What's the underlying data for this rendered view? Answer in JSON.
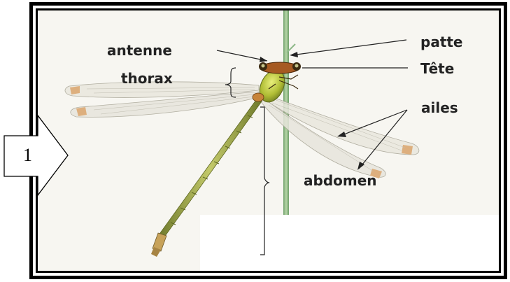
{
  "step_number": "1",
  "labels": {
    "antenne": "antenne",
    "patte": "patte",
    "thorax": "thorax",
    "tete": "Tête",
    "ailes": "ailes",
    "abdomen": "abdomen"
  },
  "colors": {
    "frame": "#000000",
    "background": "#f7f6f1",
    "stem": "#8fb98a",
    "body_green": "#9aa84a",
    "thorax_green": "#b9c43a",
    "wing_tip": "#e0a860",
    "label_text": "#222222"
  }
}
